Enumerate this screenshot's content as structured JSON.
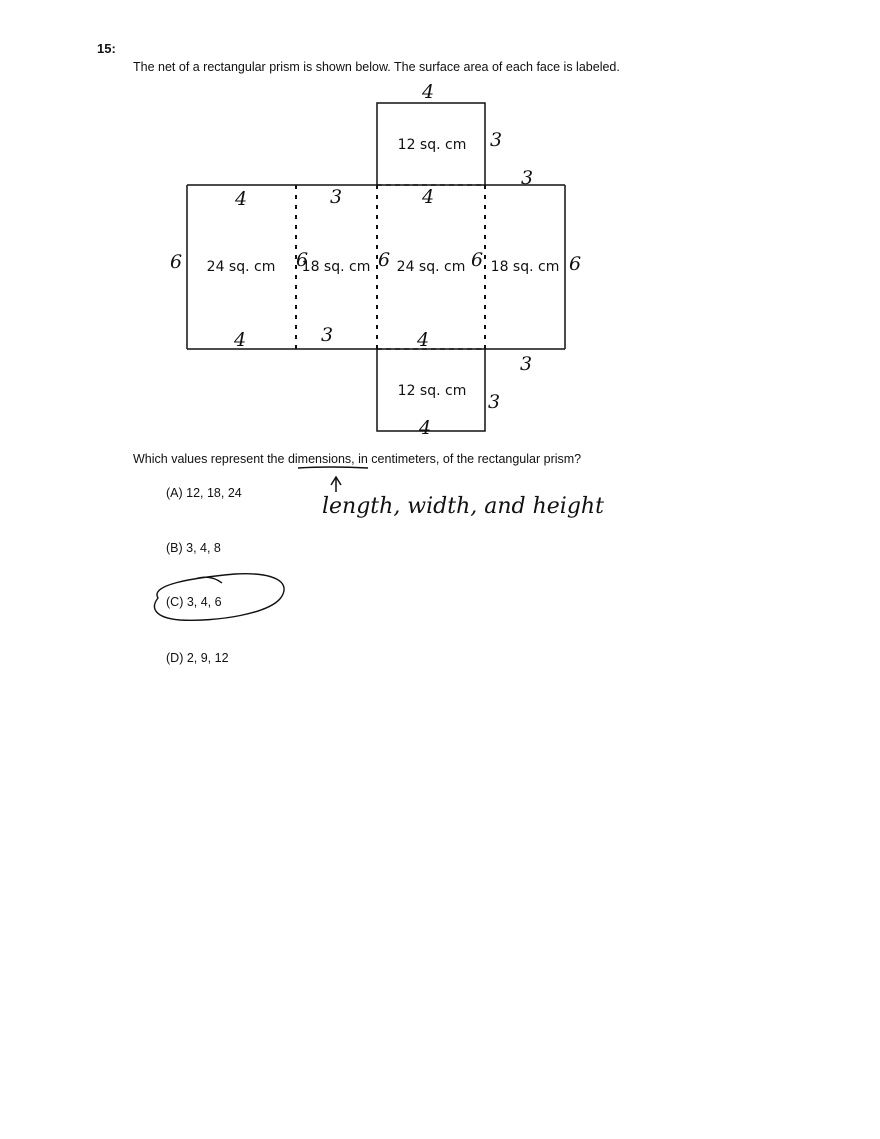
{
  "question_number": "15:",
  "prompt": "The net of a rectangular prism is shown below. The surface area of each face is labeled.",
  "net": {
    "faces": [
      "12 sq. cm",
      "24 sq. cm",
      "18 sq. cm",
      "24 sq. cm",
      "18 sq. cm",
      "12 sq. cm"
    ],
    "edge_marks": [
      "4",
      "3",
      "3",
      "4",
      "3",
      "4",
      "6",
      "6",
      "6",
      "6",
      "6",
      "4",
      "3",
      "4",
      "3",
      "3",
      "4"
    ]
  },
  "question": "Which values represent the dimensions, in centimeters, of the rectangular prism?",
  "underlined_word": "dimensions,",
  "annotation": "length, width, and height",
  "choices": [
    {
      "label": "(A) 12, 18, 24"
    },
    {
      "label": "(B) 3, 4, 8"
    },
    {
      "label": "(C) 3, 4, 6",
      "circled": true
    },
    {
      "label": "(D) 2, 9, 12"
    }
  ]
}
